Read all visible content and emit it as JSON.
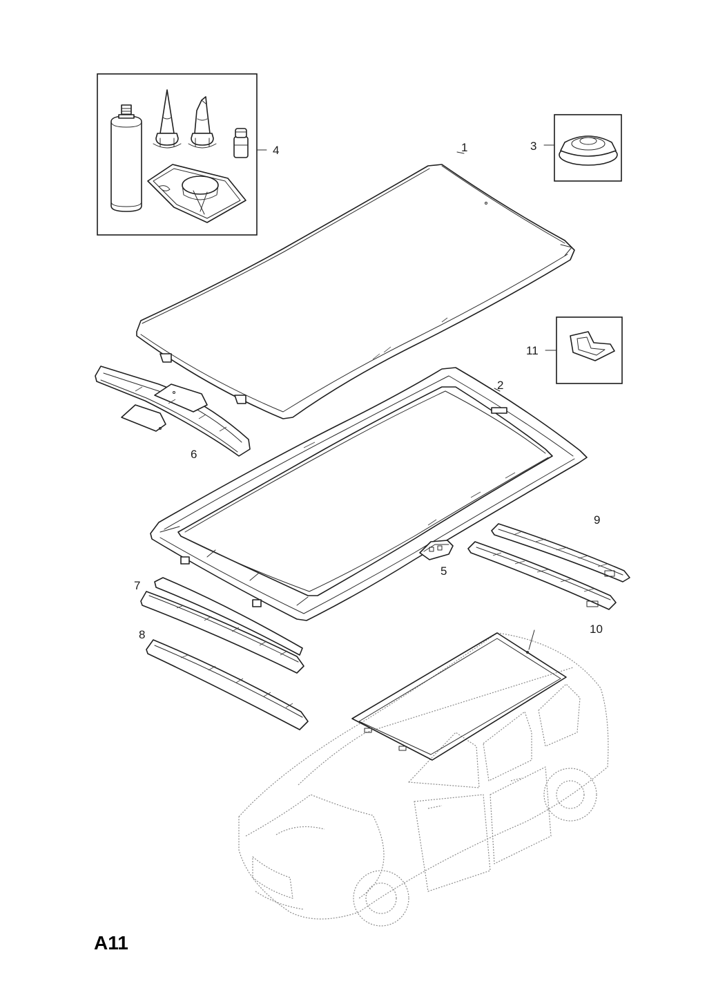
{
  "page_code": "A11",
  "callouts": {
    "c1": "1",
    "c2": "2",
    "c3": "3",
    "c4": "4",
    "c5": "5",
    "c6": "6",
    "c7": "7",
    "c8": "8",
    "c9": "9",
    "c10": "10",
    "c11": "11"
  }
}
